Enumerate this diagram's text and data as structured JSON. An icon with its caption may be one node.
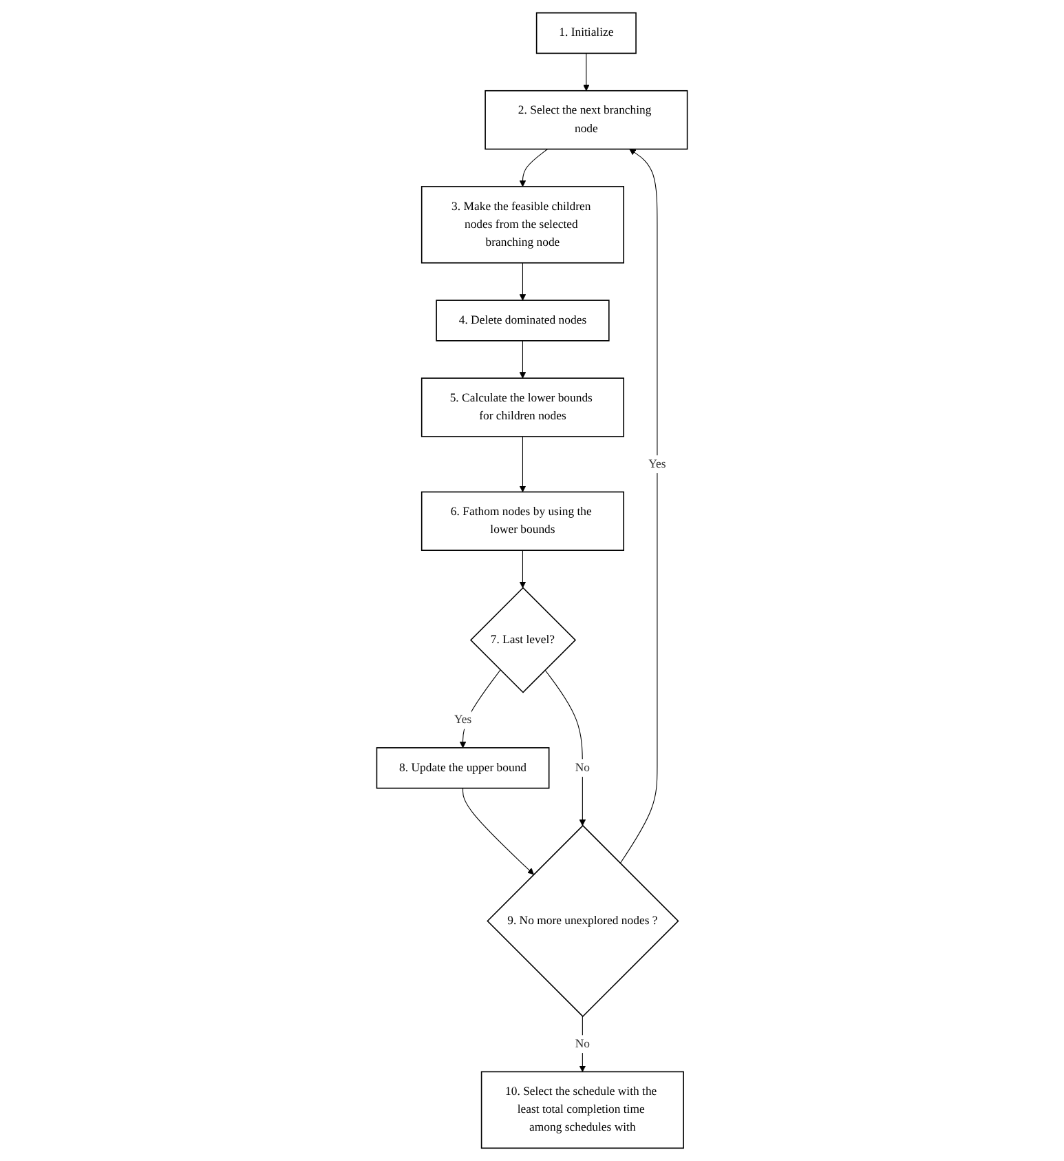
{
  "diagram": {
    "nodes": [
      {
        "text": [
          "1. Initialize"
        ]
      },
      {
        "text": [
          "2. Select the next branching node"
        ]
      },
      {
        "text": [
          "3. Make the feasible children nodes from the selected branching node"
        ]
      },
      {
        "text": [
          "4. Delete dominated nodes"
        ]
      },
      {
        "text": [
          "5. Calculate the lower bounds for children nodes"
        ]
      },
      {
        "text": [
          "6. Fathom nodes by using the lower bounds"
        ]
      },
      {
        "text": [
          "7. Last level?"
        ]
      },
      {
        "text": [
          "8. Update the upper bound"
        ]
      },
      {
        "text": [
          "9. No more unexplored nodes ?"
        ]
      },
      {
        "text": [
          "10. Select the schedule with the least total completion time among schedules with"
        ]
      }
    ],
    "edges": [
      {
        "from": 0,
        "to": 1,
        "arrow": "to"
      },
      {
        "from": 1,
        "to": 2,
        "arrow": "to"
      },
      {
        "from": 2,
        "to": 3,
        "arrow": "to"
      },
      {
        "from": 3,
        "to": 4,
        "arrow": "to"
      },
      {
        "from": 4,
        "to": 5,
        "arrow": "to"
      },
      {
        "from": 5,
        "to": 6,
        "arrow": "to"
      },
      {
        "from": 6,
        "to": 7,
        "arrow": "to",
        "label": "Yes"
      },
      {
        "from": 7,
        "to": 8,
        "arrow": "to"
      },
      {
        "from": 8,
        "to": 1,
        "arrow": "to",
        "label": "Yes"
      },
      {
        "from": 8,
        "to": 9,
        "arrow": "to",
        "label": "No"
      },
      {
        "from": 6,
        "to": 8,
        "arrow": "to",
        "label": "No"
      }
    ]
  }
}
